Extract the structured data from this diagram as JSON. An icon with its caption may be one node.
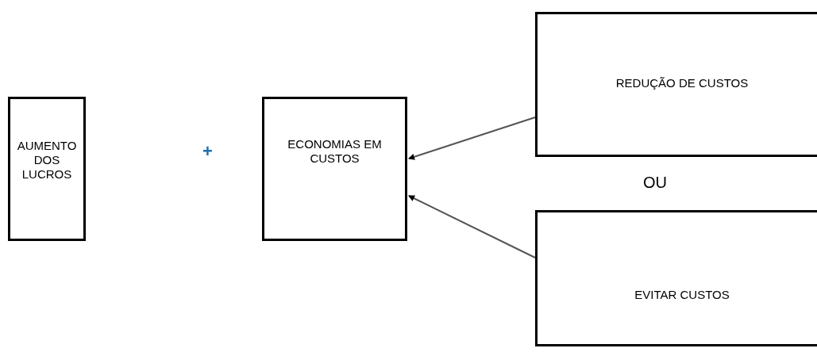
{
  "diagram": {
    "nodes": [
      {
        "text": [
          "AUMENTO DOS LUCROS"
        ]
      },
      {
        "text": [
          "ECONOMIAS EM CUSTOS"
        ]
      },
      {
        "text": [
          "REDUÇÃO DE CUSTOS"
        ]
      },
      {
        "text": [
          "EVITAR CUSTOS"
        ]
      }
    ],
    "edges": [
      {
        "from": 2,
        "to": 1,
        "arrow": "to"
      },
      {
        "from": 3,
        "to": 1,
        "arrow": "to"
      }
    ],
    "labels": [
      "+",
      "OU"
    ]
  }
}
